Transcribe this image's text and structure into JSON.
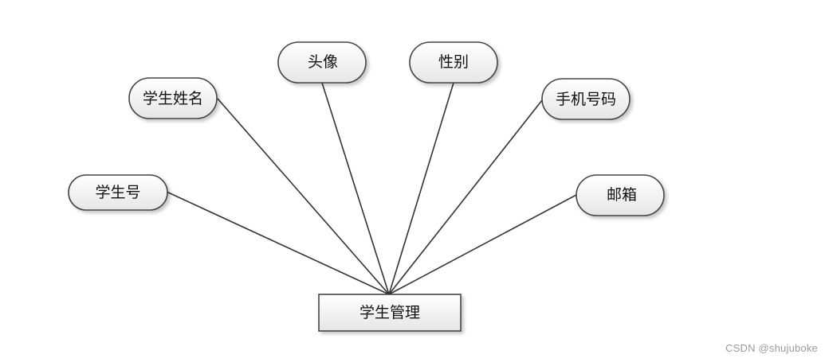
{
  "diagram": {
    "entity": {
      "label": "学生管理"
    },
    "attributes": [
      {
        "label": "学生号"
      },
      {
        "label": "学生姓名"
      },
      {
        "label": "头像"
      },
      {
        "label": "性别"
      },
      {
        "label": "手机号码"
      },
      {
        "label": "邮箱"
      }
    ]
  },
  "watermark": "CSDN @shujuboke",
  "colors": {
    "line": "#333333",
    "border": "#444444",
    "fill_top": "#ffffff",
    "fill_bottom": "#e9e9e9"
  }
}
